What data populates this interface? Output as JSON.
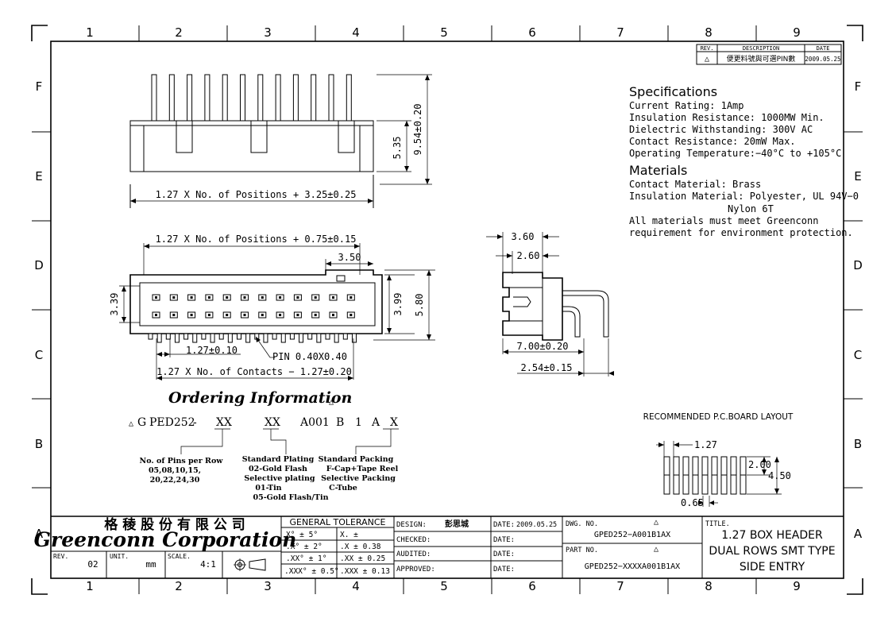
{
  "frame": {
    "col_labels": [
      "1",
      "2",
      "3",
      "4",
      "5",
      "6",
      "7",
      "8",
      "9"
    ],
    "row_labels": [
      "F",
      "E",
      "D",
      "C",
      "B",
      "A"
    ]
  },
  "revision": {
    "headers": {
      "rev": "REV.",
      "description": "DESCRIPTION",
      "date": "DATE"
    },
    "row": {
      "rev": "△",
      "description": "便更料號與可選PIN數",
      "date": "2009.05.25"
    }
  },
  "specs": {
    "title": "Specifications",
    "lines": [
      "Current Rating:  1Amp",
      "Insulation Resistance:  1000MW Min.",
      "Dielectric Withstanding:  300V AC",
      "Contact Resistance:  20mW Max.",
      "Operating Temperature:−40°C  to  +105°C"
    ],
    "materials_title": "Materials",
    "materials_lines": [
      "Contact Material: Brass",
      "Insulation Material: Polyester, UL 94V−0",
      "Nylon 6T",
      "All materials must meet Greenconn",
      "requirement for environment protection."
    ]
  },
  "dims": {
    "front_width": "1.27 X No. of Positions + 3.25±0.25",
    "front_h1": "5.35",
    "front_h2": "9.54±0.20",
    "top_width": "1.27 X No. of Positions + 0.75±0.15",
    "top_key": "3.50",
    "top_left_h": "3.39",
    "top_h1": "3.99",
    "top_h2": "5.80",
    "pitch": "1.27±0.10",
    "pin": "PIN 0.40X0.40",
    "contacts": "1.27 X No. of Contacts − 1.27±0.20",
    "side_a": "3.60",
    "side_b": "2.60",
    "side_c": "7.00±0.20",
    "side_d": "2.54±0.15",
    "pcb_title": "RECOMMENDED P.C.BOARD LAYOUT",
    "pcb_pitch": "1.27",
    "pcb_h1": "2.00",
    "pcb_h2": "4.50",
    "pcb_w": "0.65"
  },
  "ordering": {
    "title": "Ordering Information",
    "code": [
      "G",
      "PED252",
      "-",
      "XX",
      "XX",
      "A001",
      "B",
      "1",
      "A",
      "X"
    ],
    "pins_lines": [
      "No. of Pins per Row",
      "05,08,10,15,",
      "20,22,24,30"
    ],
    "plating_lines": [
      "Standard Plating",
      "02-Gold Flash",
      "Selective plating",
      "01-Tin",
      "05-Gold Flash/Tin"
    ],
    "packing_lines": [
      "Standard Packing",
      "F-Cap+Tape Reel",
      "Selective Packing",
      "C-Tube"
    ]
  },
  "title_block": {
    "company_cn": "格 稜 股 份 有 限 公 司",
    "company_en": "Greenconn Corporation",
    "rev_label": "REV.",
    "rev_value": "02",
    "unit_label": "UNIT.",
    "unit_value": "mm",
    "scale_label": "SCALE.",
    "scale_value": "4:1",
    "tol_title": "GENERAL TOLERANCE",
    "tol_rows": [
      [
        "X° ± 5°",
        "X.  ±"
      ],
      [
        ".X° ± 2°",
        ".X   ± 0.38"
      ],
      [
        ".XX° ± 1°",
        ".XX  ± 0.25"
      ],
      [
        ".XXX° ± 0.5°",
        ".XXX ± 0.13"
      ]
    ],
    "design_label": "DESIGN:",
    "design_value": "彭思城",
    "checked_label": "CHECKED:",
    "audited_label": "AUDITED:",
    "approved_label": "APPROVED:",
    "date_label": "DATE:",
    "date_value": "2009.05.25",
    "dwg_label": "DWG. NO.",
    "dwg_value": "GPED252−A001B1AX",
    "part_label": "PART NO.",
    "part_value": "GPED252−XXXXA001B1AX",
    "title_label": "TITLE.",
    "title_lines": [
      "1.27 BOX HEADER",
      "DUAL ROWS SMT TYPE",
      "SIDE ENTRY"
    ]
  }
}
